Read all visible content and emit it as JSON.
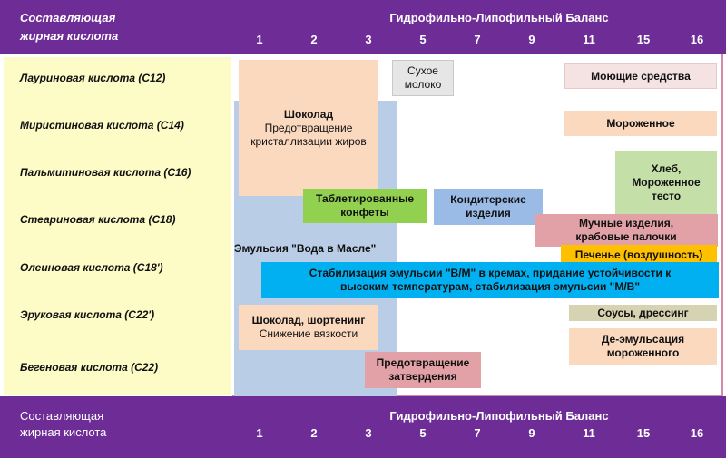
{
  "header": {
    "left_line1": "Составляющая",
    "left_line2": "жирная кислота",
    "title": "Гидрофильно-Липофильный Баланс",
    "ticks": [
      "1",
      "2",
      "3",
      "5",
      "7",
      "9",
      "11",
      "15",
      "16"
    ]
  },
  "footer": {
    "left_line1": "Составляющая",
    "left_line2": "жирная кислота",
    "title": "Гидрофильно-Липофильный Баланс",
    "ticks": [
      "1",
      "2",
      "3",
      "5",
      "7",
      "9",
      "11",
      "15",
      "16"
    ]
  },
  "rows": [
    "Лауриновая кислота (С12)",
    "Миристиновая кислота (С14)",
    "Пальмитиновая кислота (С16)",
    "Стеариновая кислота (С18)",
    "Олеиновая кислота (С18')",
    "Эруковая кислота (С22')",
    "Бегеновая кислота (С22)"
  ],
  "boxes": {
    "dry_milk": {
      "line1": "Сухое",
      "line2": "молоко"
    },
    "detergents": {
      "line1": "Моющие средства"
    },
    "chocolate": {
      "title": "Шоколад",
      "line1": "Предотвращение",
      "line2": "кристаллизации жиров"
    },
    "ice_cream": {
      "line1": "Мороженное"
    },
    "bread": {
      "line1": "Хлеб,",
      "line2": "Мороженное",
      "line3": "тесто"
    },
    "tablets": {
      "line1": "Таблетированные",
      "line2": "конфеты"
    },
    "confectionery": {
      "line1": "Кондитерские",
      "line2": "изделия"
    },
    "flour": {
      "line1": "Мучные изделия,",
      "line2": "крабовые палочки"
    },
    "cookies": {
      "line1": "Печенье  (воздушность)"
    },
    "emulsion_label": "Эмульсия \"Вода в Масле\"",
    "stabilization": {
      "line1": "Стабилизация эмульсии  \"В/М\" в кремах, придание устойчивости к",
      "line2": "высоким температурам, стабилизация  эмульсии  \"М/В\""
    },
    "sauces": {
      "line1": "Соусы, дрессинг"
    },
    "shortening": {
      "title": "Шоколад, шортенинг",
      "line1": "Снижение вязкости"
    },
    "deemulsion": {
      "line1": "Де-эмульсация",
      "line2": "мороженного"
    },
    "hardening": {
      "line1": "Предотвращение",
      "line2": "затвердения"
    }
  },
  "colors": {
    "band": "#6e2c97",
    "side_panel": "#fdfbc6",
    "w_o_emulsion": "#b9cde6",
    "peach": "#fbd9bf",
    "green": "#92d050",
    "blue": "#9bbbe7",
    "rose": "#e2a1a6",
    "yellow": "#ffc000",
    "cyan": "#00b0f0",
    "olive": "#d6d3b2",
    "light_pink": "#f5e3e3",
    "gray": "#e6e6e6",
    "pale_green": "#c4dfa7"
  }
}
